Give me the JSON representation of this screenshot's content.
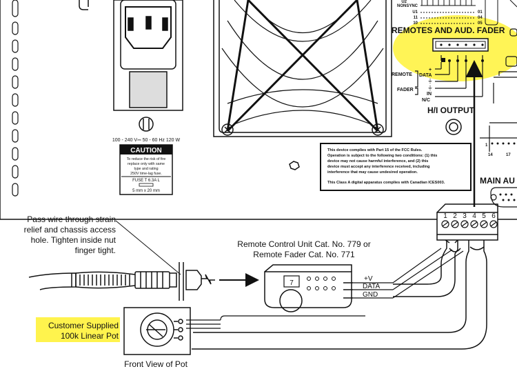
{
  "panel": {
    "power": {
      "rating": "100 - 240 V⎓ 50 - 60 Hz 120 W"
    },
    "caution": {
      "title": "CAUTION",
      "line1": "To reduce the risk of fire",
      "line2": "replace only with same",
      "line3": "type and rating",
      "line4": "250V time-lag fuse.",
      "fuse_label": "FUSE T 6.3A L",
      "fuse_size": "5 mm x 20 mm"
    },
    "fcc": {
      "line1": "This device complies with Part 15 of the FCC Rules.",
      "line2": "Operation is subject to the following two conditions: (1) this",
      "line3": "device may not cause harmful interference, and (2) this",
      "line4": "device must accept any interference received, including",
      "line5": "interference that may cause undesired operation.",
      "line6": "This Class A digital apparatus complies with Canadian ICES003."
    },
    "top_labels": {
      "u2": "U2",
      "nonsync": "NONSYNC",
      "u1": "U1",
      "p11": "11",
      "p10": "10",
      "p01": "01",
      "p04": "04",
      "p05": "05"
    },
    "remotes_title": "REMOTES AND AUD. FADER",
    "remote_label": "REMOTE",
    "fader_label": "FADER",
    "plus": "+",
    "data": "DATA",
    "in": "IN",
    "nc": "N/C",
    "hi_output": "H/I OUTPUT",
    "main_audio": "MAIN AU",
    "num14": "14",
    "num17": "17",
    "num1": "1"
  },
  "terminal": {
    "numbers": [
      "1",
      "2",
      "3",
      "4",
      "5",
      "6"
    ]
  },
  "notes": {
    "strain_relief": [
      "Pass wire through strain",
      "relief and chassis access",
      "hole. Tighten inside nut",
      "finger tight."
    ],
    "remote_unit": [
      "Remote Control Unit Cat. No. 779 or",
      "Remote Fader Cat. No. 771"
    ],
    "remote_digit": "7",
    "wires": [
      "+V",
      "DATA",
      "GND"
    ],
    "customer_pot": [
      "Customer Supplied",
      "100k Linear Pot"
    ],
    "front_view": "Front View of Pot"
  },
  "colors": {
    "highlight": "#ffff00",
    "line": "#111111"
  }
}
